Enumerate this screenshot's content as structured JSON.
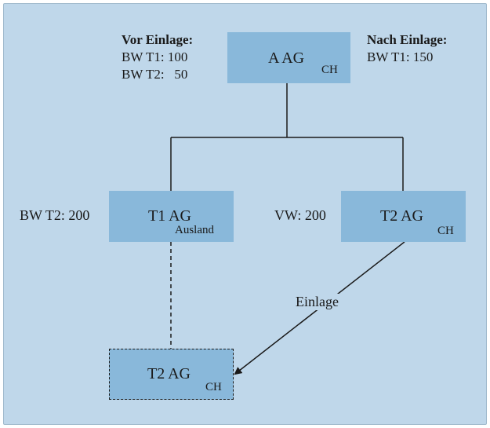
{
  "entities": {
    "a_ag": {
      "name": "A AG",
      "country": "CH"
    },
    "t1_ag": {
      "name": "T1 AG",
      "country": "Ausland"
    },
    "t2_ag": {
      "name": "T2 AG",
      "country": "CH"
    },
    "t2_ag_new": {
      "name": "T2 AG",
      "country": "CH"
    }
  },
  "before": {
    "heading": "Vor Einlage:",
    "line1": "BW T1: 100",
    "line2": "BW T2:   50"
  },
  "after": {
    "heading": "Nach Einlage:",
    "line1": "BW T1: 150"
  },
  "labels": {
    "t1_book_value": "BW T2: 200",
    "t2_market_value": "VW: 200",
    "contribution": "Einlage"
  },
  "colors": {
    "background": "#bfd7ea",
    "box": "#89b8da",
    "line": "#1a1a1a"
  }
}
